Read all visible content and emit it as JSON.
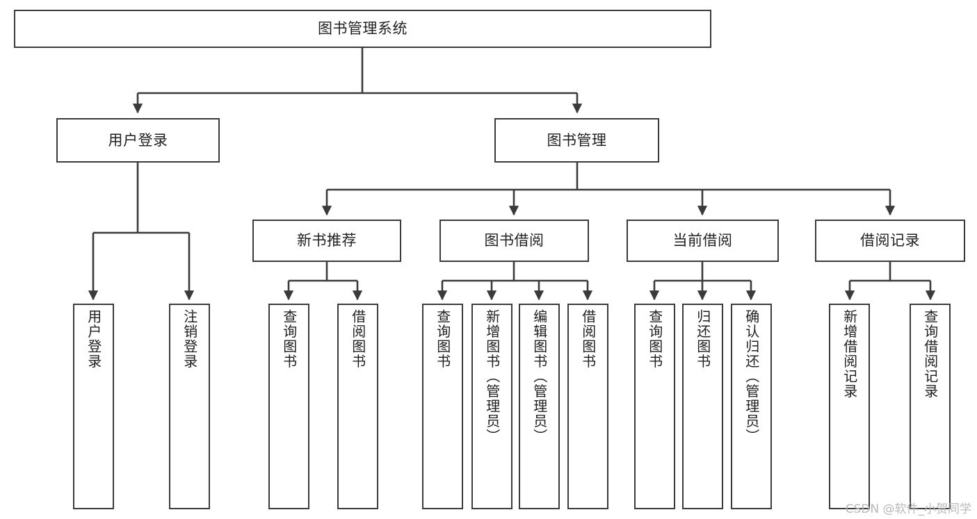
{
  "diagram": {
    "title": "图书管理系统",
    "type": "tree-hierarchy",
    "watermark": "CSDN @软件_小贺同学",
    "colors": {
      "stroke": "#3a3a3a",
      "fill": "#ffffff",
      "text": "#1f1f1f",
      "watermark": "#b8b8b8"
    }
  },
  "nodes": {
    "root": {
      "label": "图书管理系统"
    },
    "level2": [
      {
        "label": "用户登录"
      },
      {
        "label": "图书管理"
      }
    ],
    "level3": [
      {
        "label": "新书推荐"
      },
      {
        "label": "图书借阅"
      },
      {
        "label": "当前借阅"
      },
      {
        "label": "借阅记录"
      }
    ],
    "leaves": {
      "user_login": [
        {
          "label": "用户登录"
        },
        {
          "label": "注销登录"
        }
      ],
      "new_book_recommend": [
        {
          "label": "查询图书"
        },
        {
          "label": "借阅图书"
        }
      ],
      "book_borrow": [
        {
          "label": "查询图书"
        },
        {
          "label": "新增图书（管理员）"
        },
        {
          "label": "编辑图书（管理员）"
        },
        {
          "label": "借阅图书"
        }
      ],
      "current_borrow": [
        {
          "label": "查询图书"
        },
        {
          "label": "归还图书"
        },
        {
          "label": "确认归还（管理员）"
        }
      ],
      "borrow_record": [
        {
          "label": "新增借阅记录"
        },
        {
          "label": "查询借阅记录"
        }
      ]
    }
  }
}
